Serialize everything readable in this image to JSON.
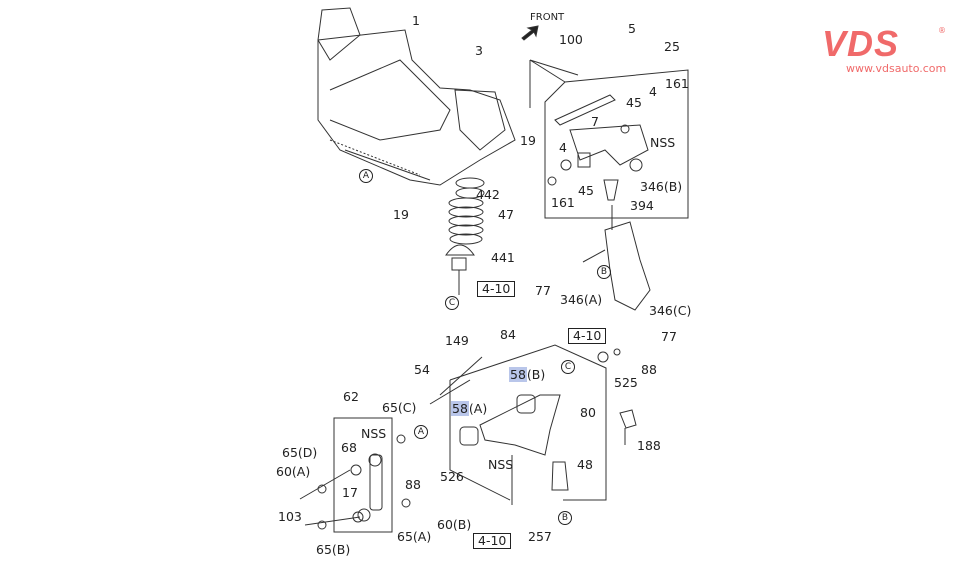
{
  "logo": {
    "brand": "VDS",
    "registered": "®",
    "url": "www.vdsauto.com",
    "color": "#f06a6a"
  },
  "direction": {
    "label": "FRONT",
    "icon": "arrow-front-icon"
  },
  "highlight_color": "#b9c6ea",
  "callouts": {
    "c1": "1",
    "c3": "3",
    "c100": "100",
    "c5": "5",
    "c25": "25",
    "c161a": "161",
    "c45a": "45",
    "c4a": "4",
    "c7": "7",
    "nss1": "NSS",
    "c4b": "4",
    "c19a": "19",
    "c45b": "45",
    "c346b": "346(B)",
    "c161b": "161",
    "c394": "394",
    "c442": "442",
    "c47": "47",
    "c19b": "19",
    "c441": "441",
    "ref1": "4-10",
    "c77a": "77",
    "c346a": "346(A)",
    "c346c": "346(C)",
    "ref2": "4-10",
    "c77b": "77",
    "c149": "149",
    "c84": "84",
    "c54": "54",
    "c58b": "58",
    "c58b_s": "(B)",
    "c88a": "88",
    "c525": "525",
    "c62": "62",
    "c65c": "65(C)",
    "c58a": "58",
    "c58a_s": "(A)",
    "c80": "80",
    "nss2": "NSS",
    "c68": "68",
    "c188": "188",
    "c65d": "65(D)",
    "nss3": "NSS",
    "c48": "48",
    "c60a": "60(A)",
    "c88b": "88",
    "c526": "526",
    "c17": "17",
    "c103": "103",
    "c60b": "60(B)",
    "c65a": "65(A)",
    "ref3": "4-10",
    "c257": "257",
    "c65b": "65(B)"
  },
  "markers": {
    "m1": "A",
    "m2": "C",
    "m3": "B",
    "m4": "A",
    "m5": "C",
    "m6": "B"
  }
}
